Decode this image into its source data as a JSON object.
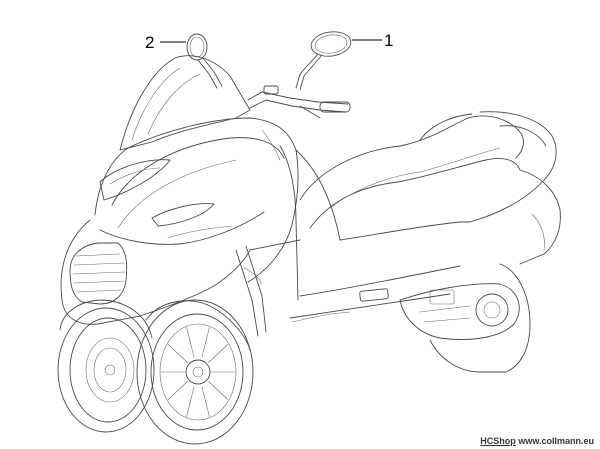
{
  "callouts": [
    {
      "id": "1",
      "label": "1"
    },
    {
      "id": "2",
      "label": "2"
    }
  ],
  "watermark": {
    "brand": "HCShop",
    "site": "www.collmann.eu"
  },
  "colors": {
    "line": "#4a4a4a",
    "background": "#ffffff"
  }
}
